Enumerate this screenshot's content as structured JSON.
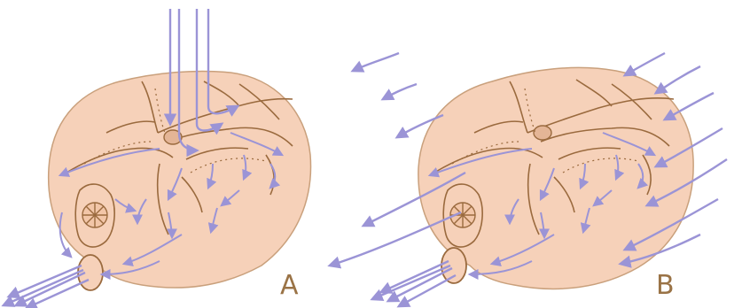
{
  "figure": {
    "panels": [
      {
        "id": "A",
        "label": "A"
      },
      {
        "id": "B",
        "label": "B"
      }
    ],
    "colors": {
      "body_fill": "#f6d1b9",
      "outline": "#9a6a3e",
      "flow_arrow": "#9b94d6",
      "background": "#ffffff"
    }
  }
}
